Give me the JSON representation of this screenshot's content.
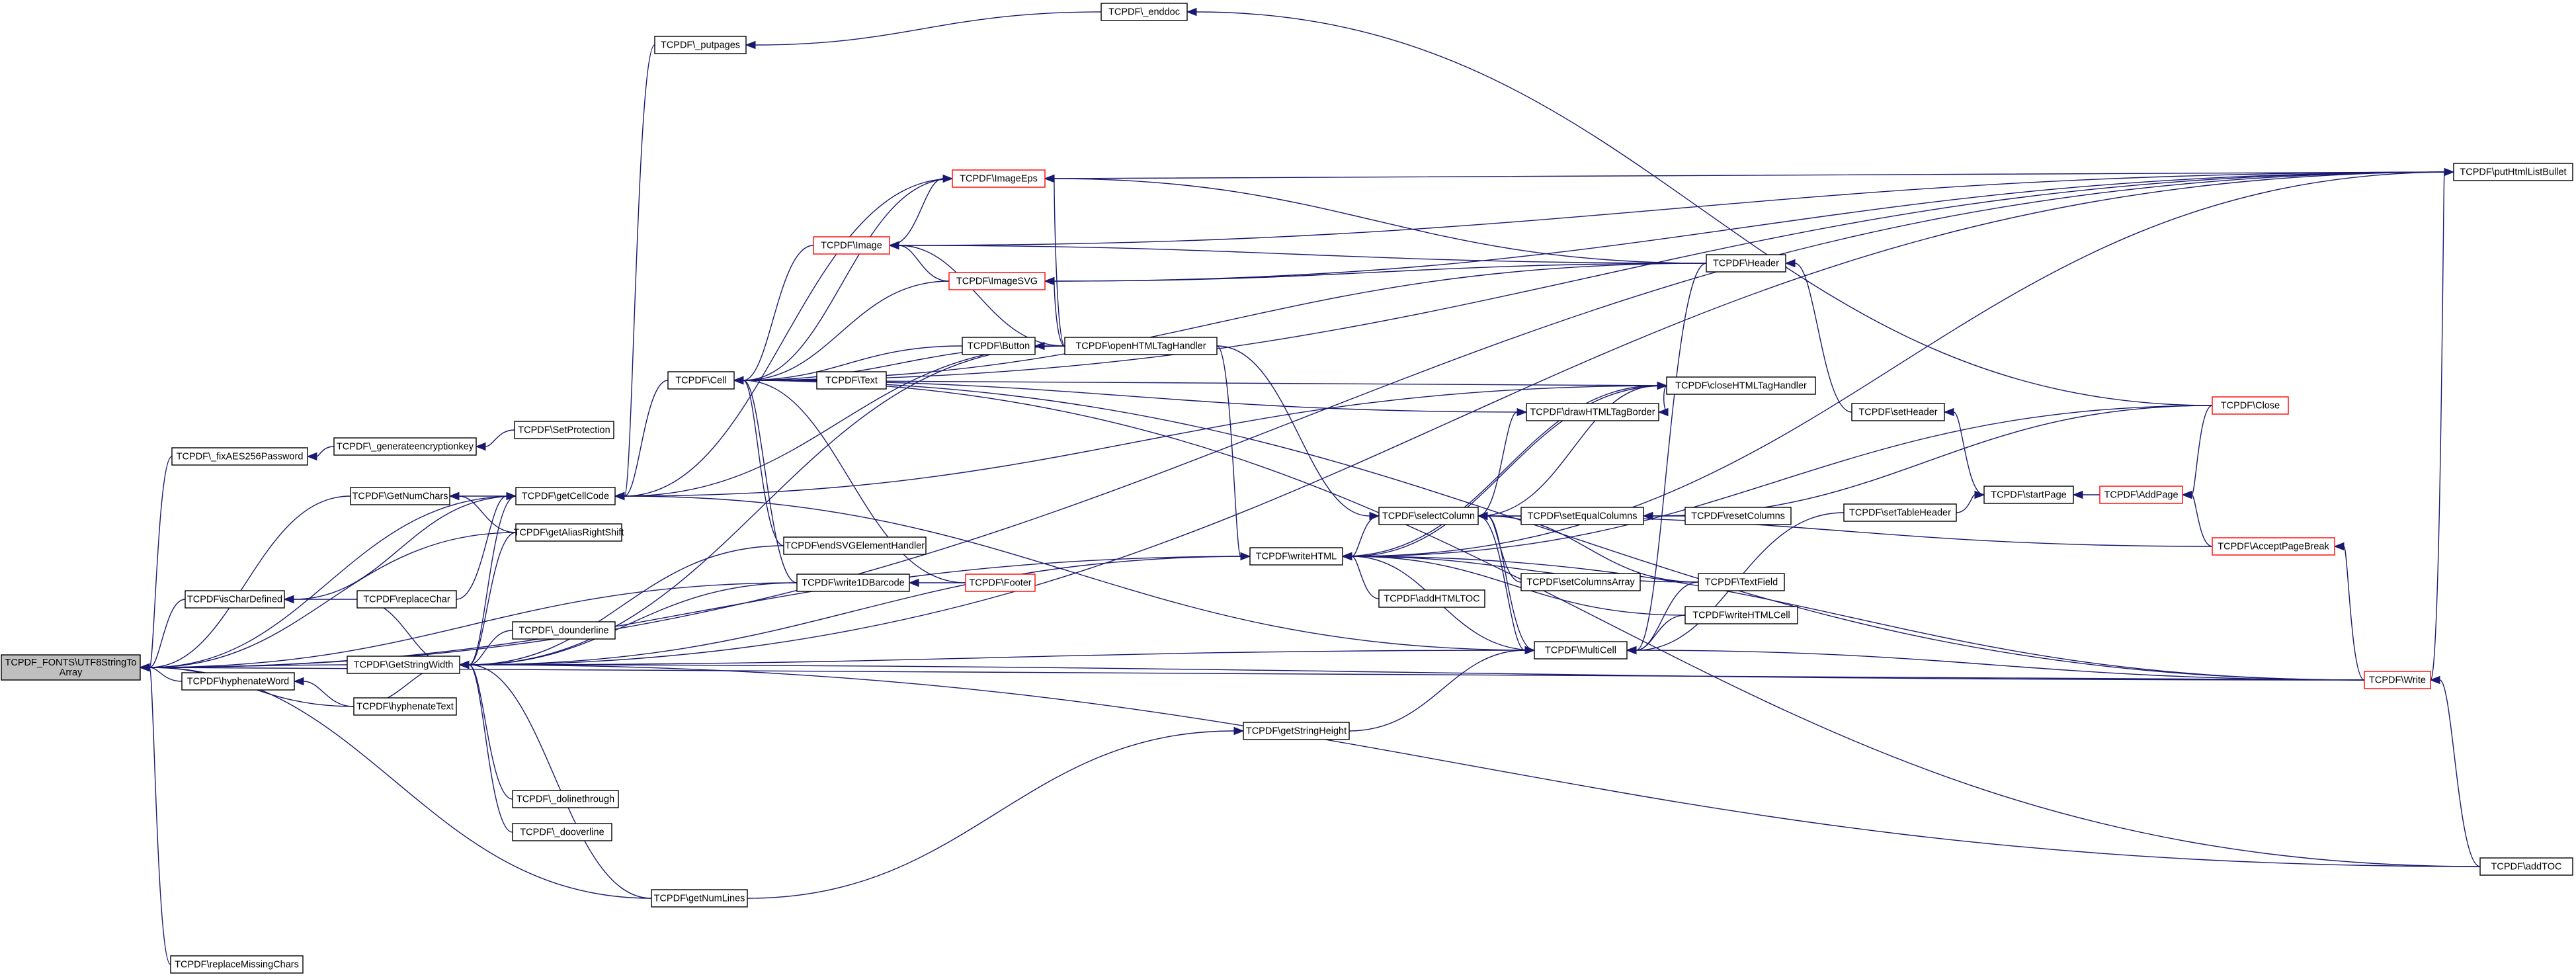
{
  "diagram": {
    "type": "call-graph",
    "colors": {
      "edge": "#191970",
      "node_border": "#000000",
      "node_border_truncated": "#ff0000",
      "root_fill": "#bfbfbf",
      "node_fill": "#ffffff"
    },
    "nodes": [
      {
        "id": "root",
        "label": [
          "TCPDF_FONTS\\UTF8StringTo",
          "Array"
        ],
        "root": true
      },
      {
        "id": "fixAES",
        "label": [
          "TCPDF\\_fixAES256Password"
        ]
      },
      {
        "id": "genkey",
        "label": [
          "TCPDF\\_generateencryptionkey"
        ]
      },
      {
        "id": "setprot",
        "label": [
          "TCPDF\\SetProtection"
        ]
      },
      {
        "id": "getnumchars",
        "label": [
          "TCPDF\\GetNumChars"
        ]
      },
      {
        "id": "getcellcode",
        "label": [
          "TCPDF\\getCellCode"
        ]
      },
      {
        "id": "ischardef",
        "label": [
          "TCPDF\\isCharDefined"
        ]
      },
      {
        "id": "replacechar",
        "label": [
          "TCPDF\\replaceChar"
        ]
      },
      {
        "id": "getalias",
        "label": [
          "TCPDF\\getAliasRightShift"
        ]
      },
      {
        "id": "getstrwidth",
        "label": [
          "TCPDF\\GetStringWidth"
        ]
      },
      {
        "id": "hyphword",
        "label": [
          "TCPDF\\hyphenateWord"
        ]
      },
      {
        "id": "hyphtext",
        "label": [
          "TCPDF\\hyphenateText"
        ]
      },
      {
        "id": "replmissing",
        "label": [
          "TCPDF\\replaceMissingChars"
        ]
      },
      {
        "id": "putpages",
        "label": [
          "TCPDF\\_putpages"
        ]
      },
      {
        "id": "enddoc",
        "label": [
          "TCPDF\\_enddoc"
        ]
      },
      {
        "id": "cell",
        "label": [
          "TCPDF\\Cell"
        ]
      },
      {
        "id": "imageeps",
        "label": [
          "TCPDF\\ImageEps"
        ],
        "truncated": true
      },
      {
        "id": "image",
        "label": [
          "TCPDF\\Image"
        ],
        "truncated": true
      },
      {
        "id": "imagesvg",
        "label": [
          "TCPDF\\ImageSVG"
        ],
        "truncated": true
      },
      {
        "id": "button",
        "label": [
          "TCPDF\\Button"
        ]
      },
      {
        "id": "text",
        "label": [
          "TCPDF\\Text"
        ]
      },
      {
        "id": "openhtml",
        "label": [
          "TCPDF\\openHTMLTagHandler"
        ]
      },
      {
        "id": "drawhtmlborder",
        "label": [
          "TCPDF\\drawHTMLTagBorder"
        ]
      },
      {
        "id": "closehtml",
        "label": [
          "TCPDF\\closeHTMLTagHandler"
        ]
      },
      {
        "id": "header",
        "label": [
          "TCPDF\\Header"
        ]
      },
      {
        "id": "setheader",
        "label": [
          "TCPDF\\setHeader"
        ]
      },
      {
        "id": "puthtmllist",
        "label": [
          "TCPDF\\putHtmlListBullet"
        ]
      },
      {
        "id": "close",
        "label": [
          "TCPDF\\Close"
        ],
        "truncated": true
      },
      {
        "id": "endsvg",
        "label": [
          "TCPDF\\endSVGElementHandler"
        ]
      },
      {
        "id": "write1d",
        "label": [
          "TCPDF\\write1DBarcode"
        ]
      },
      {
        "id": "footer",
        "label": [
          "TCPDF\\Footer"
        ],
        "truncated": true
      },
      {
        "id": "dounderline",
        "label": [
          "TCPDF\\_dounderline"
        ]
      },
      {
        "id": "dolinethrough",
        "label": [
          "TCPDF\\_dolinethrough"
        ]
      },
      {
        "id": "dooverline",
        "label": [
          "TCPDF\\_dooverline"
        ]
      },
      {
        "id": "writehtml",
        "label": [
          "TCPDF\\writeHTML"
        ]
      },
      {
        "id": "selectcol",
        "label": [
          "TCPDF\\selectColumn"
        ]
      },
      {
        "id": "setequalcol",
        "label": [
          "TCPDF\\setEqualColumns"
        ]
      },
      {
        "id": "resetcol",
        "label": [
          "TCPDF\\resetColumns"
        ]
      },
      {
        "id": "setcolarr",
        "label": [
          "TCPDF\\setColumnsArray"
        ]
      },
      {
        "id": "addhtmltoc",
        "label": [
          "TCPDF\\addHTMLTOC"
        ]
      },
      {
        "id": "multicell",
        "label": [
          "TCPDF\\MultiCell"
        ]
      },
      {
        "id": "textfield",
        "label": [
          "TCPDF\\TextField"
        ]
      },
      {
        "id": "writehtmlcell",
        "label": [
          "TCPDF\\writeHTMLCell"
        ]
      },
      {
        "id": "settableheader",
        "label": [
          "TCPDF\\setTableHeader"
        ]
      },
      {
        "id": "startpage",
        "label": [
          "TCPDF\\startPage"
        ]
      },
      {
        "id": "addpage",
        "label": [
          "TCPDF\\AddPage"
        ],
        "truncated": true
      },
      {
        "id": "acceptpb",
        "label": [
          "TCPDF\\AcceptPageBreak"
        ],
        "truncated": true
      },
      {
        "id": "write",
        "label": [
          "TCPDF\\Write"
        ],
        "truncated": true
      },
      {
        "id": "getstrheight",
        "label": [
          "TCPDF\\getStringHeight"
        ]
      },
      {
        "id": "getnumlines",
        "label": [
          "TCPDF\\getNumLines"
        ]
      },
      {
        "id": "addtoc",
        "label": [
          "TCPDF\\addTOC"
        ]
      }
    ],
    "edges": [
      [
        "fixAES",
        "root"
      ],
      [
        "genkey",
        "fixAES"
      ],
      [
        "setprot",
        "genkey"
      ],
      [
        "getnumchars",
        "root"
      ],
      [
        "getcellcode",
        "getnumchars"
      ],
      [
        "getalias",
        "getnumchars"
      ],
      [
        "ischardef",
        "root"
      ],
      [
        "replacechar",
        "ischardef"
      ],
      [
        "getcellcode",
        "ischardef"
      ],
      [
        "getstrwidth",
        "root"
      ],
      [
        "hyphword",
        "root"
      ],
      [
        "hyphtext",
        "hyphword"
      ],
      [
        "hyphtext",
        "root"
      ],
      [
        "replmissing",
        "root"
      ],
      [
        "getcellcode",
        "root"
      ],
      [
        "getalias",
        "root"
      ],
      [
        "write1d",
        "root"
      ],
      [
        "writehtml",
        "root"
      ],
      [
        "write",
        "root"
      ],
      [
        "getnumlines",
        "root"
      ],
      [
        "puthtmllist",
        "root"
      ],
      [
        "putpages",
        "getcellcode"
      ],
      [
        "enddoc",
        "putpages"
      ],
      [
        "close",
        "enddoc"
      ],
      [
        "cell",
        "getcellcode"
      ],
      [
        "imageeps",
        "getcellcode"
      ],
      [
        "openhtml",
        "getcellcode"
      ],
      [
        "closehtml",
        "getcellcode"
      ],
      [
        "multicell",
        "getcellcode"
      ],
      [
        "replacechar",
        "getcellcode"
      ],
      [
        "imageeps",
        "cell"
      ],
      [
        "image",
        "cell"
      ],
      [
        "imagesvg",
        "cell"
      ],
      [
        "button",
        "cell"
      ],
      [
        "text",
        "cell"
      ],
      [
        "openhtml",
        "cell"
      ],
      [
        "drawhtmlborder",
        "cell"
      ],
      [
        "closehtml",
        "cell"
      ],
      [
        "header",
        "cell"
      ],
      [
        "puthtmllist",
        "cell"
      ],
      [
        "endsvg",
        "cell"
      ],
      [
        "write1d",
        "cell"
      ],
      [
        "footer",
        "cell"
      ],
      [
        "addtoc",
        "cell"
      ],
      [
        "write",
        "cell"
      ],
      [
        "image",
        "imageeps"
      ],
      [
        "openhtml",
        "imageeps"
      ],
      [
        "header",
        "imageeps"
      ],
      [
        "puthtmllist",
        "imageeps"
      ],
      [
        "imagesvg",
        "image"
      ],
      [
        "openhtml",
        "image"
      ],
      [
        "header",
        "image"
      ],
      [
        "puthtmllist",
        "image"
      ],
      [
        "openhtml",
        "imagesvg"
      ],
      [
        "header",
        "imagesvg"
      ],
      [
        "puthtmllist",
        "imagesvg"
      ],
      [
        "openhtml",
        "button"
      ],
      [
        "footer",
        "write1d"
      ],
      [
        "setheader",
        "header"
      ],
      [
        "startpage",
        "setheader"
      ],
      [
        "addpage",
        "startpage"
      ],
      [
        "settableheader",
        "startpage"
      ],
      [
        "close",
        "addpage"
      ],
      [
        "acceptpb",
        "addpage"
      ],
      [
        "write",
        "acceptpb"
      ],
      [
        "closehtml",
        "drawhtmlborder"
      ],
      [
        "selectcol",
        "drawhtmlborder"
      ],
      [
        "selectcol",
        "closehtml"
      ],
      [
        "writehtml",
        "closehtml"
      ],
      [
        "dounderline",
        "getstrwidth"
      ],
      [
        "dolinethrough",
        "getstrwidth"
      ],
      [
        "dooverline",
        "getstrwidth"
      ],
      [
        "getalias",
        "getstrwidth"
      ],
      [
        "endsvg",
        "getstrwidth"
      ],
      [
        "write1d",
        "getstrwidth"
      ],
      [
        "openhtml",
        "getstrwidth"
      ],
      [
        "writehtml",
        "getstrwidth"
      ],
      [
        "multicell",
        "getstrwidth"
      ],
      [
        "write",
        "getstrwidth"
      ],
      [
        "addtoc",
        "getstrwidth"
      ],
      [
        "puthtmllist",
        "getstrwidth"
      ],
      [
        "hyphtext",
        "getstrwidth"
      ],
      [
        "getnumlines",
        "getstrwidth"
      ],
      [
        "getcellcode",
        "getstrwidth"
      ],
      [
        "replacechar",
        "getstrwidth"
      ],
      [
        "openhtml",
        "writehtml"
      ],
      [
        "closehtml",
        "writehtml"
      ],
      [
        "writehtmlcell",
        "writehtml"
      ],
      [
        "addhtmltoc",
        "writehtml"
      ],
      [
        "multicell",
        "writehtml"
      ],
      [
        "write",
        "writehtml"
      ],
      [
        "selectcol",
        "writehtml"
      ],
      [
        "textfield",
        "writehtml"
      ],
      [
        "puthtmllist",
        "writehtml"
      ],
      [
        "close",
        "writehtml"
      ],
      [
        "setequalcol",
        "selectcol"
      ],
      [
        "resetcol",
        "setequalcol"
      ],
      [
        "setcolarr",
        "selectcol"
      ],
      [
        "multicell",
        "selectcol"
      ],
      [
        "textfield",
        "selectcol"
      ],
      [
        "acceptpb",
        "selectcol"
      ],
      [
        "close",
        "setequalcol"
      ],
      [
        "writehtmlcell",
        "multicell"
      ],
      [
        "textfield",
        "multicell"
      ],
      [
        "settableheader",
        "multicell"
      ],
      [
        "write",
        "multicell"
      ],
      [
        "header",
        "multicell"
      ],
      [
        "getstrheight",
        "multicell"
      ],
      [
        "selectcol",
        "multicell"
      ],
      [
        "openhtml",
        "selectcol"
      ],
      [
        "write",
        "puthtmllist"
      ],
      [
        "addtoc",
        "write"
      ],
      [
        "getnumlines",
        "getstrheight"
      ]
    ]
  }
}
